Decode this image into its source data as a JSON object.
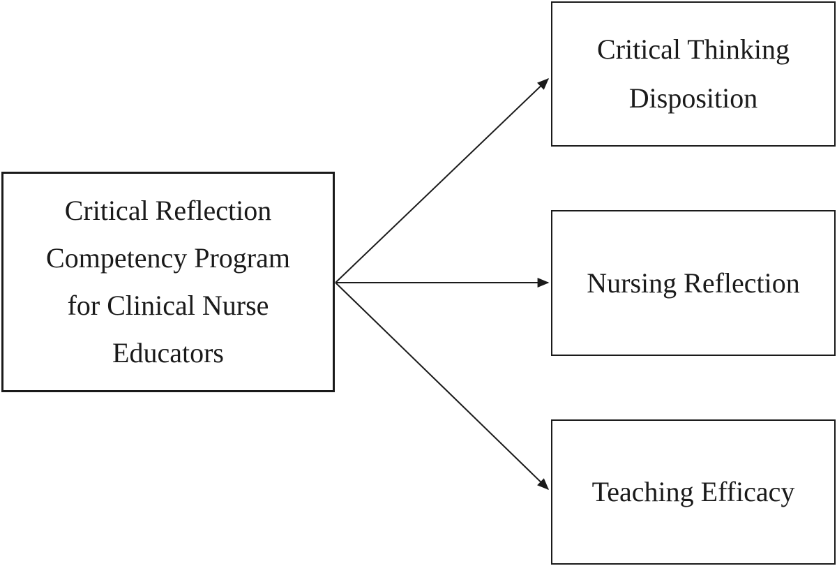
{
  "figure": {
    "background_color": "#ffffff",
    "ink_color": "#1a1a1a",
    "type": "flow-diagram"
  },
  "program_box": {
    "label": "Critical Reflection Competency Program for Clinical Nurse Educators",
    "lines": {
      "0": "Critical Reflection",
      "1": "Competency Program",
      "2": "for Clinical Nurse",
      "3": "Educators"
    }
  },
  "outcomes": {
    "0": {
      "label": "Critical Thinking Disposition",
      "lines": {
        "0": "Critical Thinking",
        "1": "Disposition"
      }
    },
    "1": {
      "label": "Nursing Reflection",
      "lines": {
        "0": "Nursing Reflection"
      }
    },
    "2": {
      "label": "Teaching Efficacy",
      "lines": {
        "0": "Teaching Efficacy"
      }
    }
  },
  "connections": {
    "0": {
      "from": "Critical Reflection Competency Program for Clinical Nurse Educators",
      "to": "Critical Thinking Disposition",
      "style": "arrow"
    },
    "1": {
      "from": "Critical Reflection Competency Program for Clinical Nurse Educators",
      "to": "Nursing Reflection",
      "style": "arrow"
    },
    "2": {
      "from": "Critical Reflection Competency Program for Clinical Nurse Educators",
      "to": "Teaching Efficacy",
      "style": "arrow"
    }
  }
}
